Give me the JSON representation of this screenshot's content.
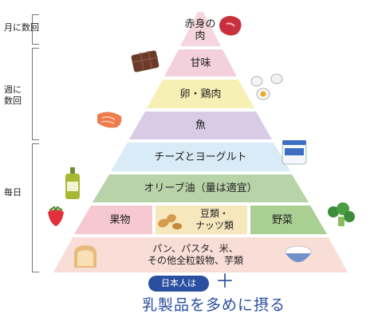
{
  "labels": {
    "monthly": "月に数回",
    "weekly": "週に\n数回",
    "daily": "毎日"
  },
  "tiers": {
    "red_meat": "赤身の\n肉",
    "sweets": "甘味",
    "egg_chicken": "卵・鶏肉",
    "fish": "魚",
    "cheese_yogurt": "チーズとヨーグルト",
    "olive_oil": "オリーブ油（量は適宜）",
    "fruit": "果物",
    "beans_nuts": "豆類・\nナッツ類",
    "vegetables": "野菜",
    "grains": "パン、パスタ、米、\nその他全粒穀物、芋類"
  },
  "footer": {
    "badge": "日本人は",
    "plus": "＋",
    "main": "乳製品を多めに摂る"
  },
  "colors": {
    "meat": "#f6d6de",
    "sweets": "#f4d0dc",
    "egg": "#f7f0b5",
    "fish": "#d9cbe6",
    "dairy": "#d8ebf6",
    "oil": "#b9d3a9",
    "fruit": "#f6c8d2",
    "beans": "#f6e7bd",
    "veg": "#aacf92",
    "grains": "#f9ded8",
    "accent": "#2a4fa0"
  }
}
